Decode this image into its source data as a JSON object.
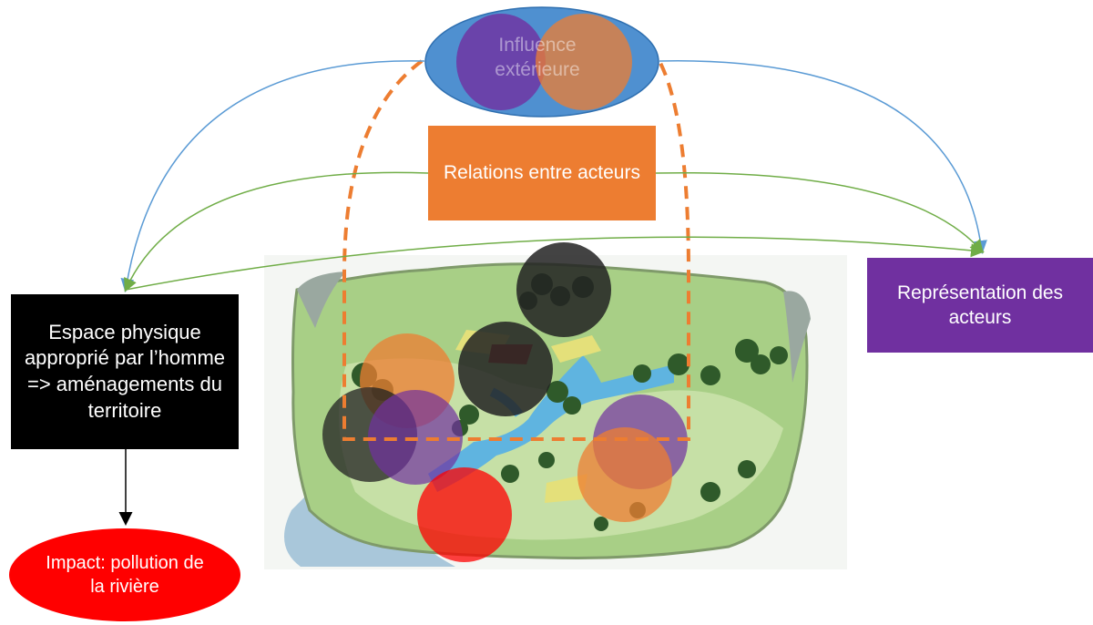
{
  "nodes": {
    "influence": "Influence extérieure",
    "relations": "Relations entre acteurs",
    "representation": "Représentation des acteurs",
    "space": "Espace physique approprié par l’homme => aménagements du territoire",
    "impact": "Impact: pollution de la rivière"
  },
  "colors": {
    "blue": "#4f90d0",
    "orange": "#ed7d31",
    "purple": "#7030a0",
    "black": "#000000",
    "red": "#ff0000",
    "green_edge": "#70ad47",
    "blue_edge": "#5b9bd5"
  },
  "overlay_circles": [
    {
      "color": "black"
    },
    {
      "color": "black"
    },
    {
      "color": "orange"
    },
    {
      "color": "black"
    },
    {
      "color": "purple"
    },
    {
      "color": "purple"
    },
    {
      "color": "orange"
    },
    {
      "color": "red"
    }
  ],
  "landscape_picture": "illustrated valley landscape with river, trees and fields"
}
